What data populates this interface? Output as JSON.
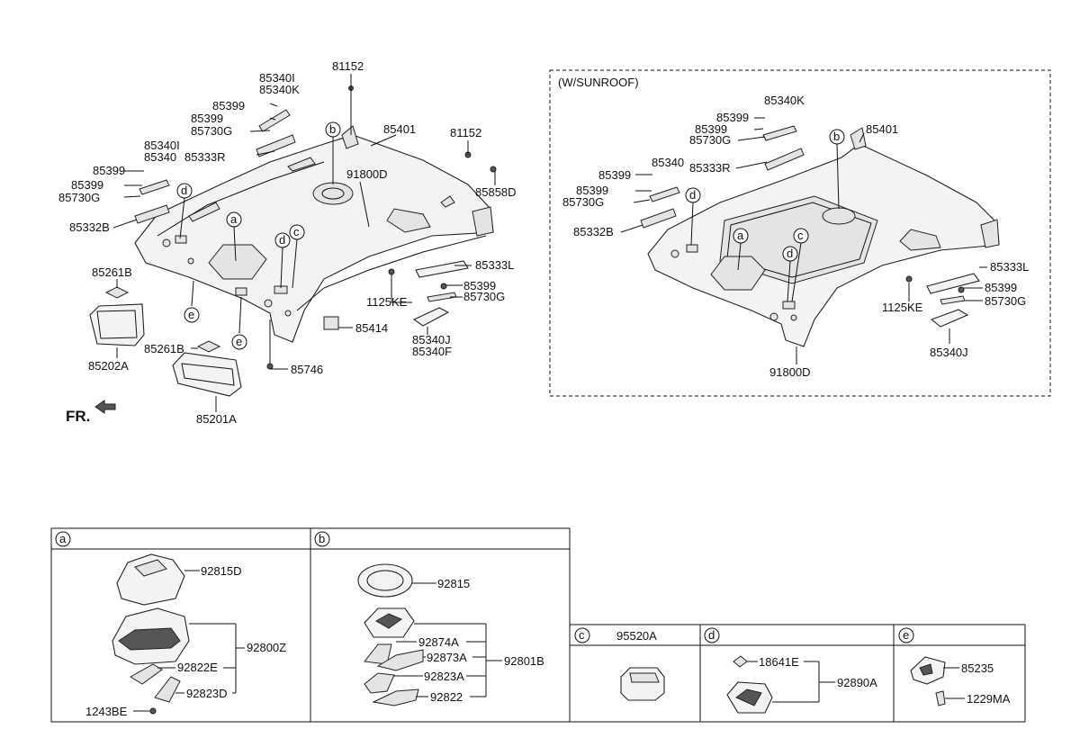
{
  "main": {
    "headliner": "85401",
    "labels": [
      "81152",
      "85340I",
      "85340K",
      "85399",
      "85399",
      "85730G",
      "85340I",
      "85340",
      "85333R",
      "85399",
      "85399",
      "85730G",
      "85332B",
      "91800D",
      "81152",
      "85858D",
      "85333L",
      "1125KE",
      "85399",
      "85730G",
      "85261B",
      "85202A",
      "85261B",
      "85201A",
      "85414",
      "85340J",
      "85340F",
      "85746",
      "FR."
    ],
    "callouts": [
      "a",
      "b",
      "c",
      "d",
      "d",
      "e",
      "e"
    ]
  },
  "sunroof": {
    "title": "(W/SUNROOF)",
    "labels": [
      "85340K",
      "85399",
      "85399",
      "85730G",
      "85333R",
      "85340",
      "85399",
      "85399",
      "85730G",
      "85332B",
      "85401",
      "85333L",
      "85399",
      "85730G",
      "1125KE",
      "85340J",
      "91800D"
    ],
    "callouts": [
      "a",
      "b",
      "c",
      "d",
      "d"
    ]
  },
  "detail_a": {
    "key": "a",
    "labels": [
      "92815D",
      "92800Z",
      "92822E",
      "92823D",
      "1243BE"
    ]
  },
  "detail_b": {
    "key": "b",
    "labels": [
      "92815",
      "92874A",
      "92873A",
      "92801B",
      "92823A",
      "92822"
    ]
  },
  "detail_c": {
    "key": "c",
    "labels": [
      "95520A"
    ]
  },
  "detail_d": {
    "key": "d",
    "labels": [
      "18641E",
      "92890A"
    ]
  },
  "detail_e": {
    "key": "e",
    "labels": [
      "85235",
      "1229MA"
    ]
  }
}
